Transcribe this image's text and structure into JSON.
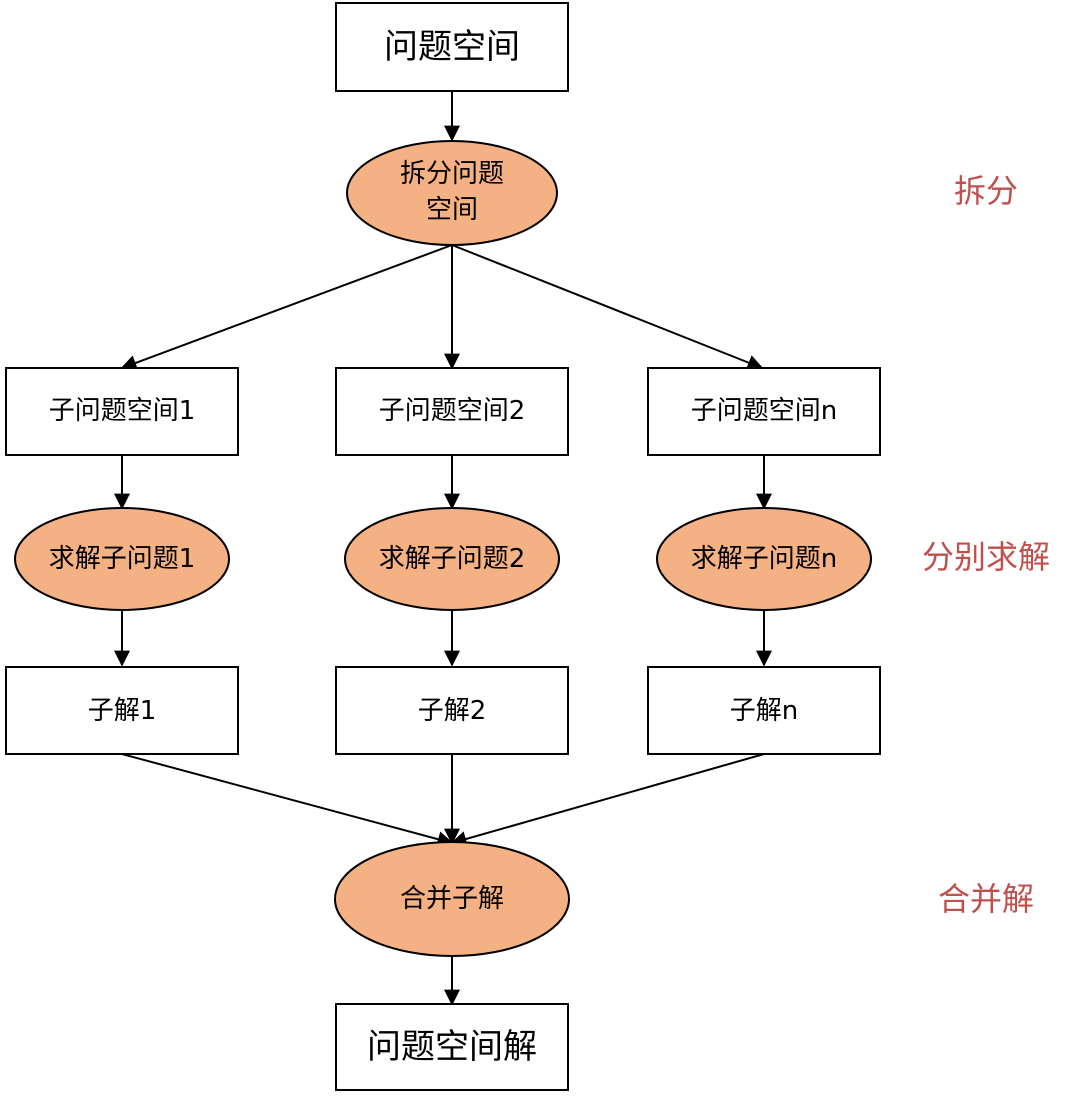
{
  "diagram": {
    "top_box": "问题空间",
    "split_node": {
      "line1": "拆分问题",
      "line2": "空间"
    },
    "subspaces": [
      "子问题空间1",
      "子问题空间2",
      "子问题空间n"
    ],
    "solve_nodes": [
      "求解子问题1",
      "求解子问题2",
      "求解子问题n"
    ],
    "sub_solutions": [
      "子解1",
      "子解2",
      "子解n"
    ],
    "merge_node": "合并子解",
    "bottom_box": "问题空间解"
  },
  "stages": {
    "split": "拆分",
    "solve": "分别求解",
    "merge": "合并解"
  },
  "colors": {
    "ellipse_fill": "#f4b183",
    "stroke": "#000000",
    "stage_text": "#c0504d"
  }
}
